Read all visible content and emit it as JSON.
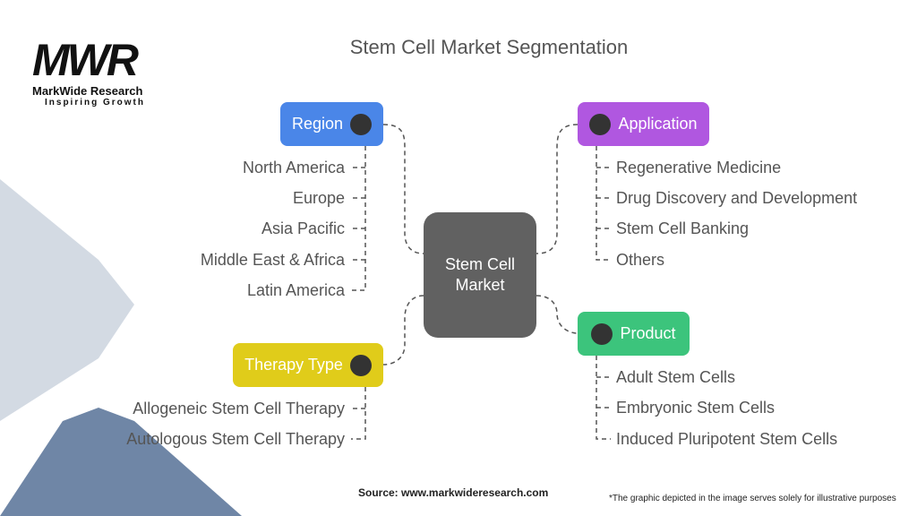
{
  "title": "Stem Cell Market Segmentation",
  "logo": {
    "mark": "MWR",
    "name": "MarkWide Research",
    "tagline": "Inspiring Growth"
  },
  "center": {
    "line1": "Stem Cell",
    "line2": "Market"
  },
  "categories": {
    "region": {
      "label": "Region",
      "icon": "globe-icon",
      "color": "#4a86e8",
      "items": [
        "North America",
        "Europe",
        "Asia Pacific",
        "Middle East & Africa",
        "Latin America"
      ]
    },
    "application": {
      "label": "Application",
      "icon": "atom-hand-icon",
      "color": "#b057e0",
      "items": [
        "Regenerative Medicine",
        "Drug Discovery and Development",
        "Stem Cell Banking",
        "Others"
      ]
    },
    "product": {
      "label": "Product",
      "icon": "syringe-icon",
      "color": "#3cc47c",
      "items": [
        "Adult Stem Cells",
        "Embryonic Stem Cells",
        "Induced Pluripotent Stem Cells"
      ]
    },
    "therapy": {
      "label": "Therapy Type",
      "icon": "target-icon",
      "color": "#e0cc1a",
      "items": [
        "Allogeneic Stem Cell Therapy",
        "Autologous Stem Cell Therapy"
      ]
    }
  },
  "source": "Source: www.markwideresearch.com",
  "note": "*The graphic depicted in the image serves solely for illustrative purposes"
}
